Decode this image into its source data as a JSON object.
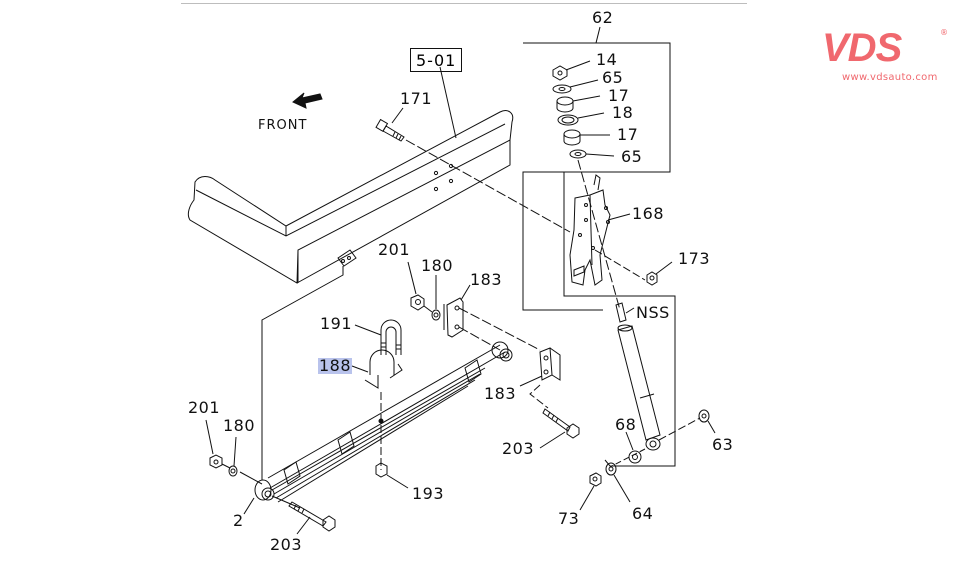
{
  "diagram": {
    "title_ref": "5-01",
    "direction_label": "FRONT",
    "callouts": {
      "c62": "62",
      "c14": "14",
      "c65a": "65",
      "c17a": "17",
      "c18": "18",
      "c17b": "17",
      "c65b": "65",
      "c171": "171",
      "c168": "168",
      "c173": "173",
      "c201a": "201",
      "c180a": "180",
      "c183a": "183",
      "c191": "191",
      "c188": "188",
      "c183b": "183",
      "nss": "NSS",
      "c201b": "201",
      "c180b": "180",
      "c203a": "203",
      "c68": "68",
      "c63": "63",
      "c193": "193",
      "c2": "2",
      "c203b": "203",
      "c73": "73",
      "c64": "64"
    },
    "highlighted_part": "188"
  },
  "brand": {
    "name": "VDS",
    "registered": "®",
    "url": "www.vdsauto.com",
    "color": "#f0686e"
  },
  "colors": {
    "line": "#111111",
    "highlight": "#b9c3ec",
    "divider": "#bdbdbd"
  }
}
